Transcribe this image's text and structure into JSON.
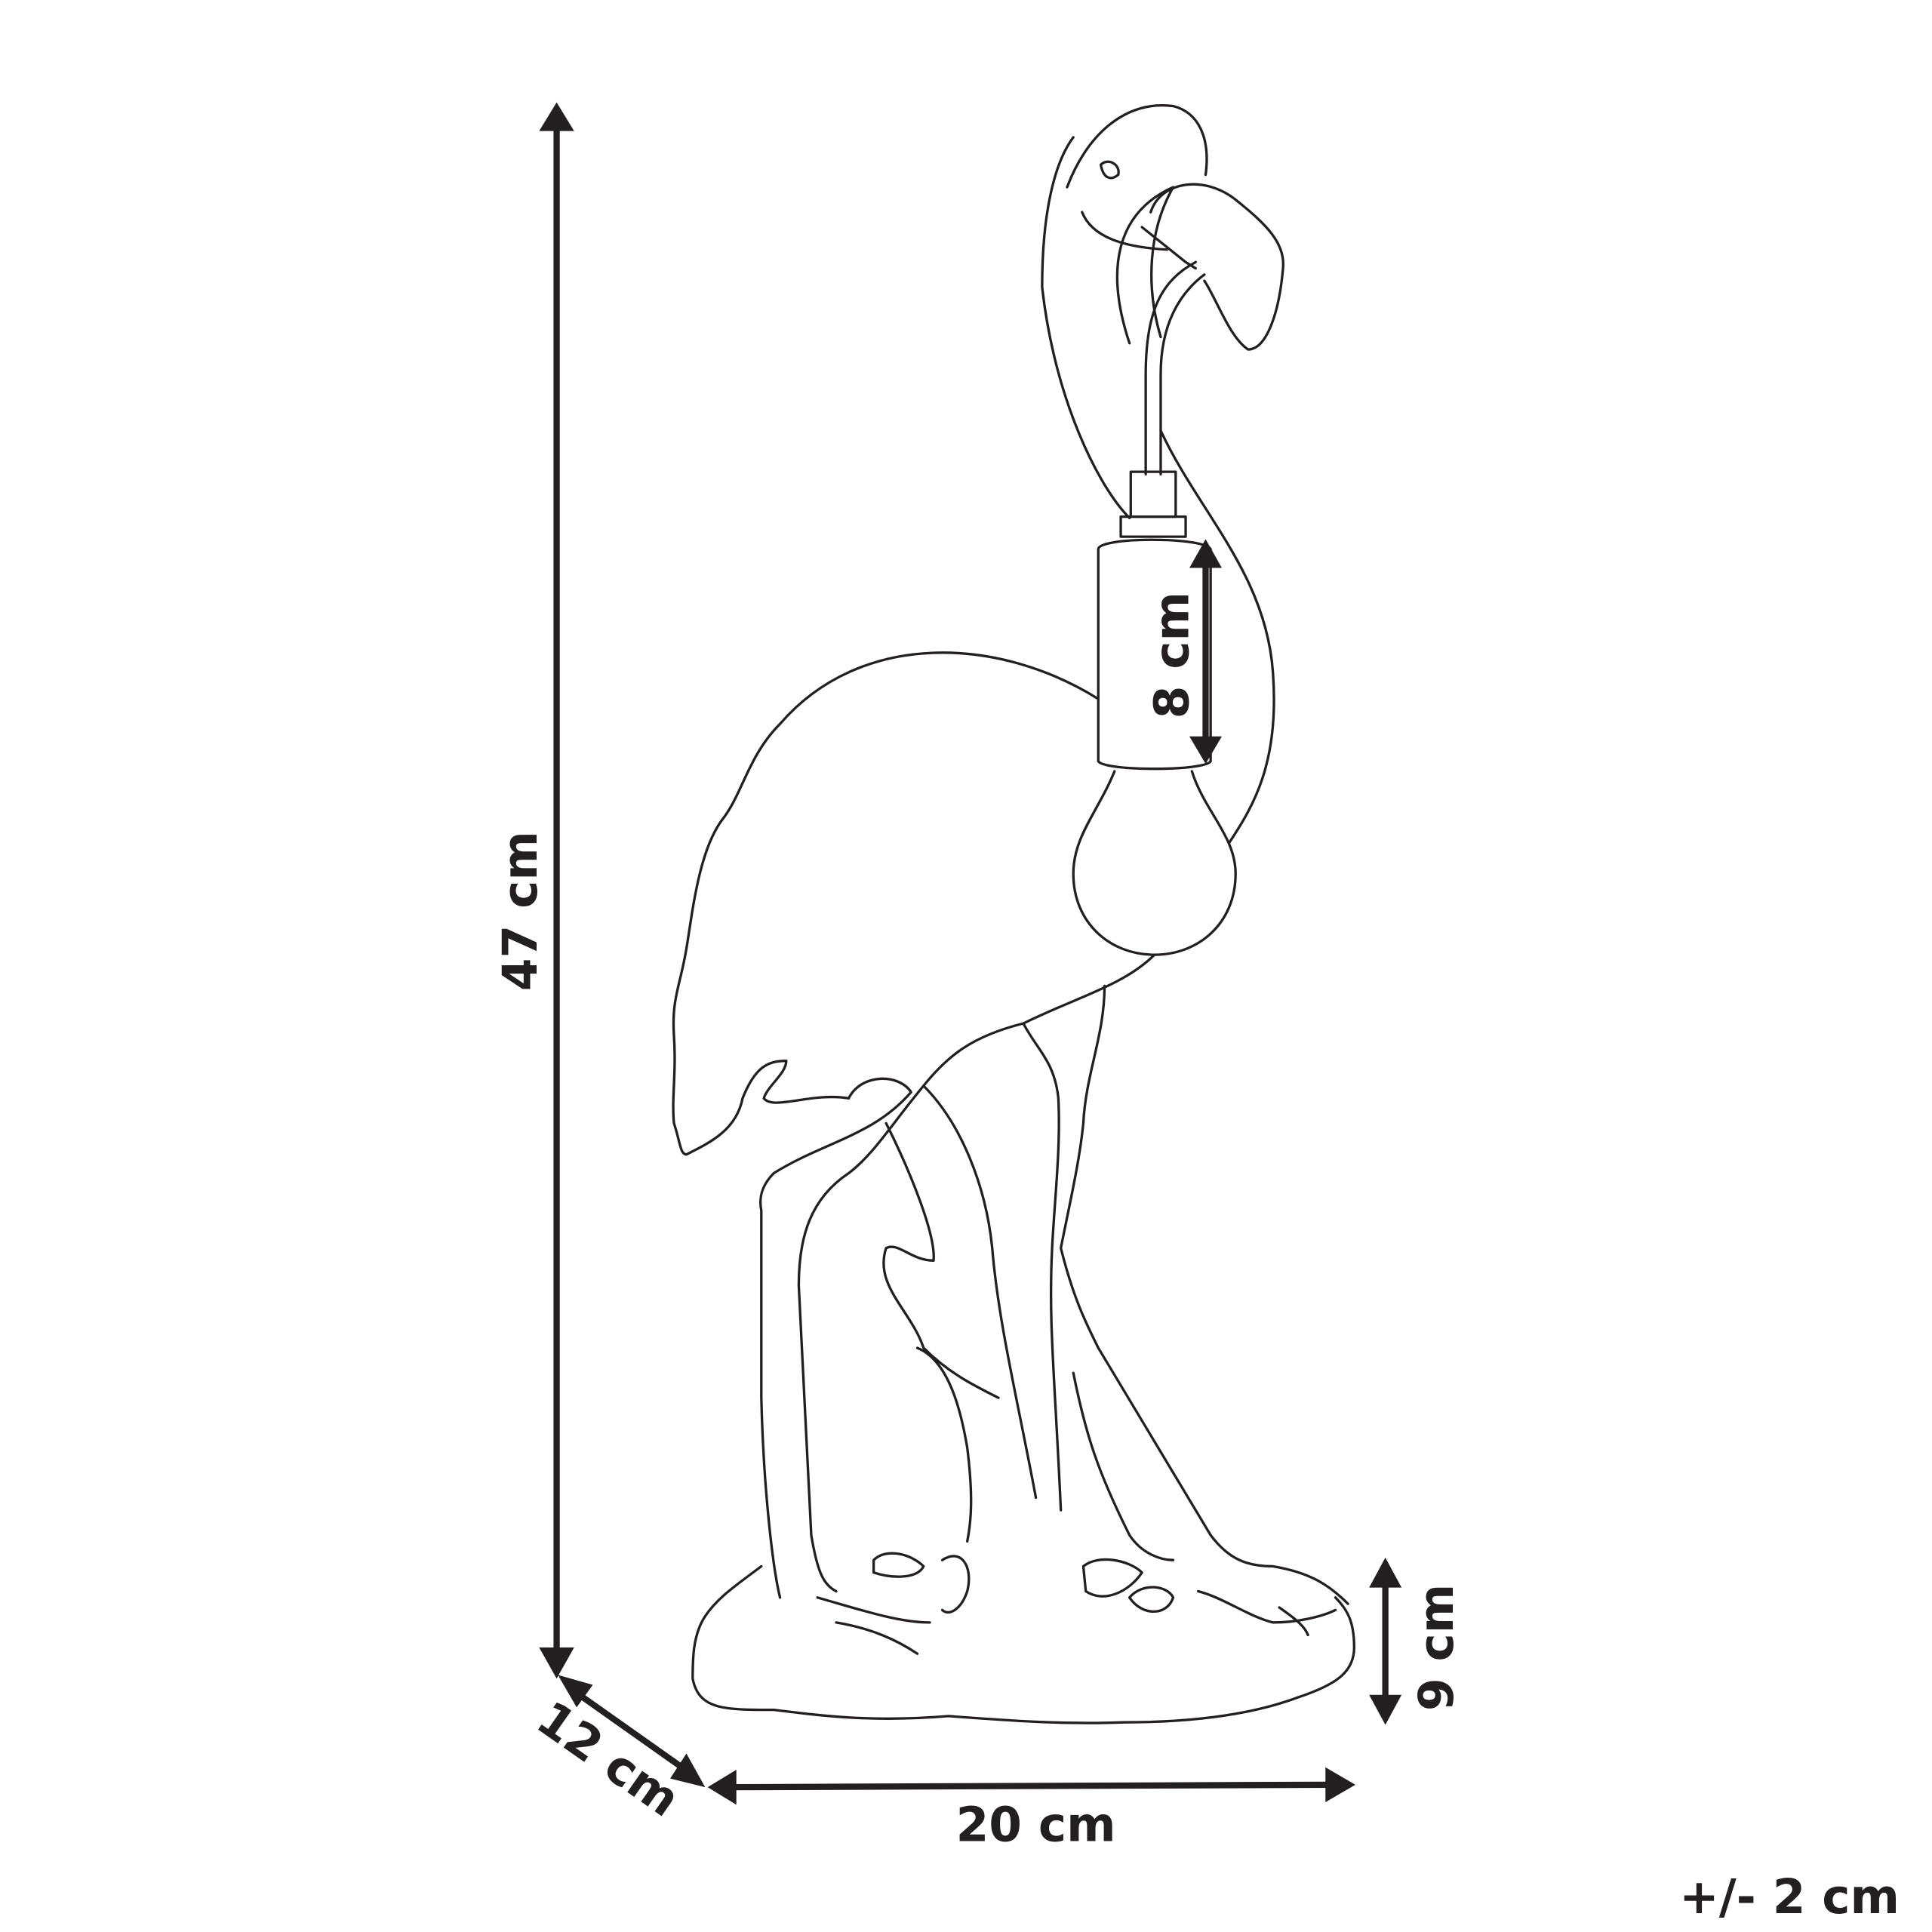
{
  "dimensions": {
    "height": "47 cm",
    "depth": "12 cm",
    "width": "20 cm",
    "base_height": "9 cm",
    "socket_height": "8 cm",
    "tolerance": "+/- 2 cm"
  },
  "colors": {
    "line": "#231f20",
    "background": "#ffffff"
  }
}
